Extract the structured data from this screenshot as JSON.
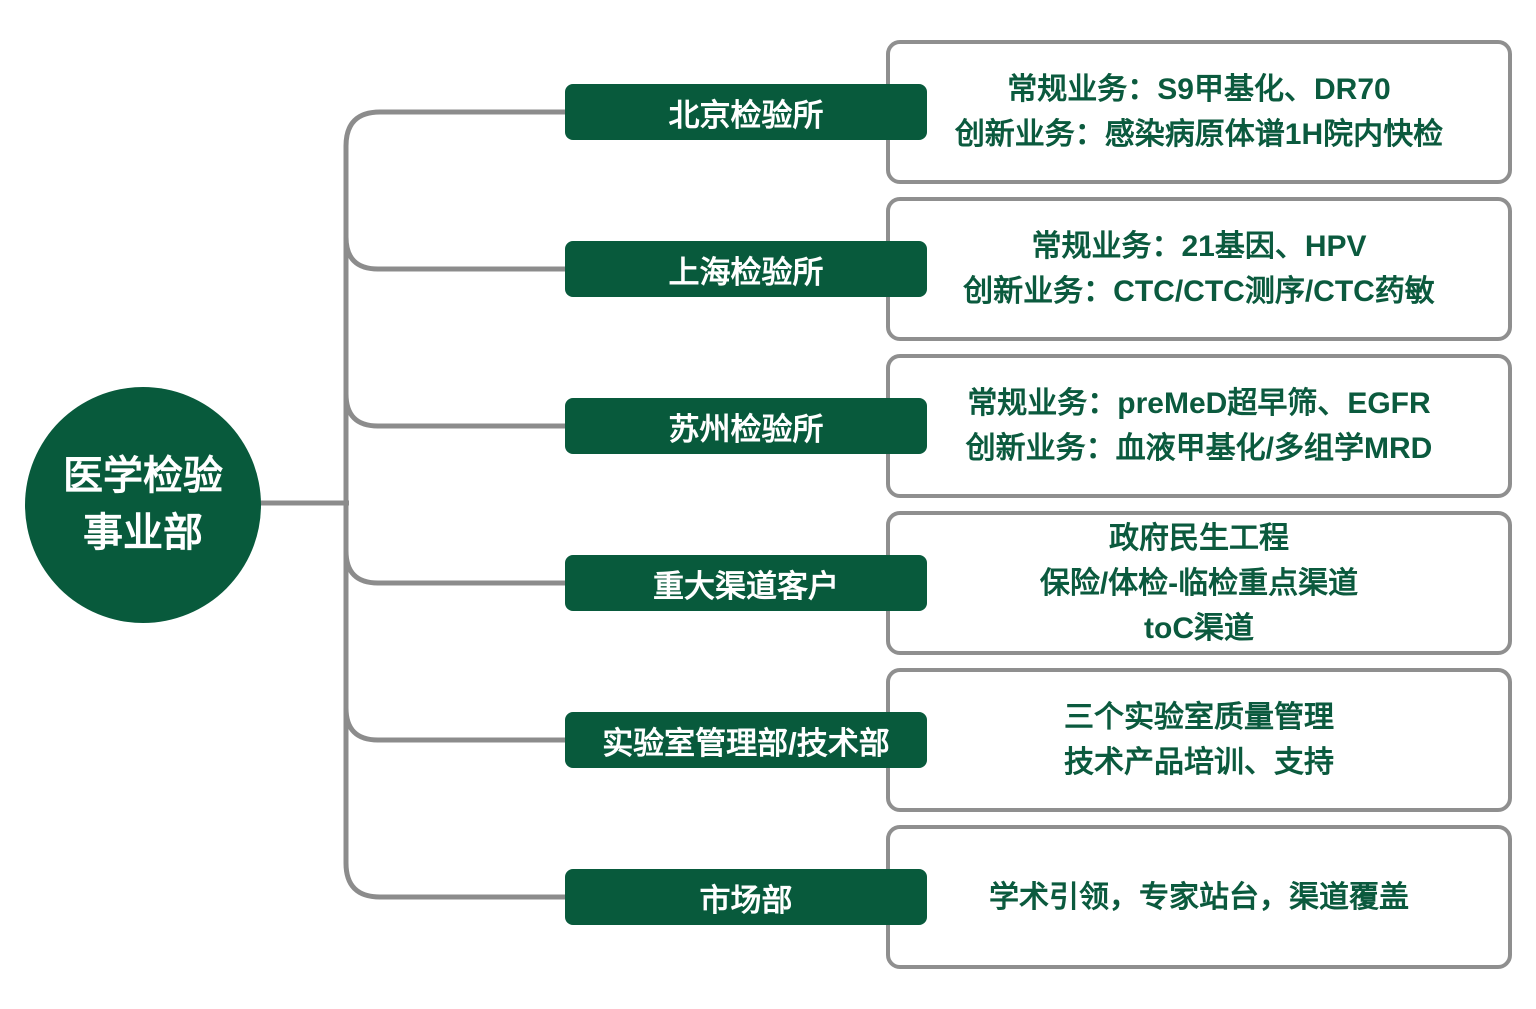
{
  "root": {
    "line1": "医学检验",
    "line2": "事业部"
  },
  "branches": [
    {
      "label": "北京检验所",
      "desc_lines": [
        "常规业务：S9甲基化、DR70",
        "创新业务：感染病原体谱1H院内快检"
      ]
    },
    {
      "label": "上海检验所",
      "desc_lines": [
        "常规业务：21基因、HPV",
        "创新业务：CTC/CTC测序/CTC药敏"
      ]
    },
    {
      "label": "苏州检验所",
      "desc_lines": [
        "常规业务：preMeD超早筛、EGFR",
        "创新业务：血液甲基化/多组学MRD"
      ]
    },
    {
      "label": "重大渠道客户",
      "desc_lines": [
        "政府民生工程",
        "保险/体检-临检重点渠道",
        "toC渠道"
      ]
    },
    {
      "label": "实验室管理部/技术部",
      "desc_lines": [
        "三个实验室质量管理",
        "技术产品培训、支持"
      ]
    },
    {
      "label": "市场部",
      "desc_lines": [
        "学术引领，专家站台，渠道覆盖"
      ]
    }
  ],
  "colors": {
    "node_green": "#085A3C",
    "desc_text_green": "#0B5A3E",
    "connector_gray": "#8C8C8C",
    "box_border_gray": "#8F8F8F",
    "background": "#FFFFFF",
    "node_text": "#FFFFFF"
  }
}
